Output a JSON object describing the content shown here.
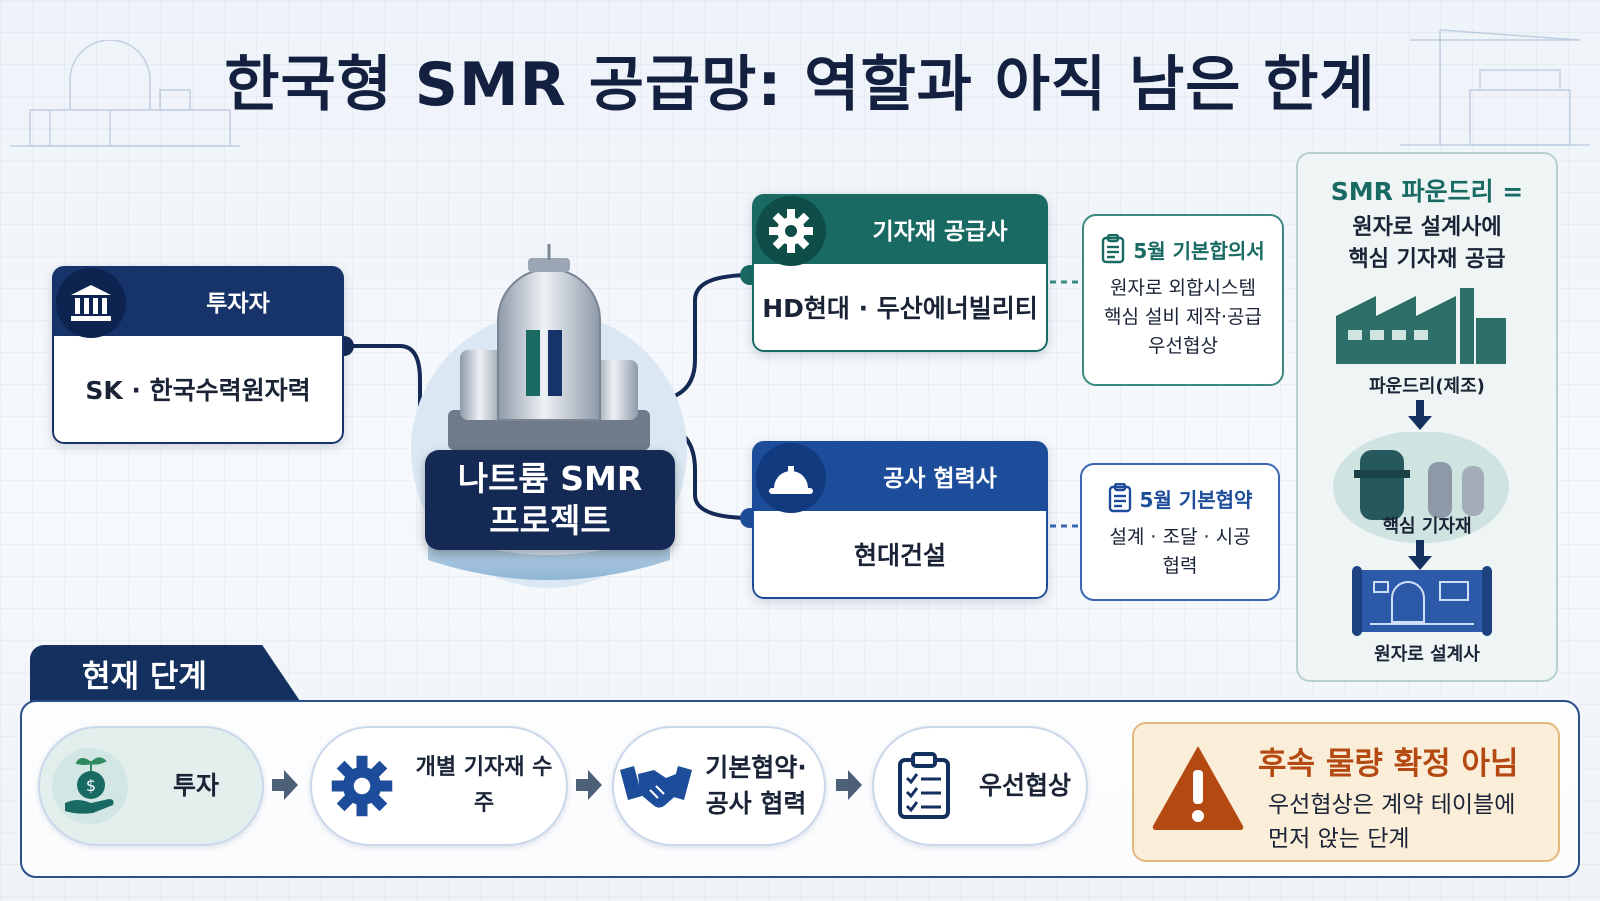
{
  "title": "한국형 SMR 공급망: 역할과 아직 남은 한계",
  "investor": {
    "header": "투자자",
    "body": "SK · 한국수력원자력"
  },
  "project": {
    "line1": "나트륨 SMR",
    "line2": "프로젝트"
  },
  "supplier": {
    "header": "기자재 공급사",
    "body": "HD현대 · 두산에너빌리티"
  },
  "contractor": {
    "header": "공사 협력사",
    "body": "현대건설"
  },
  "agreement_supplier": {
    "title": "5월 기본합의서",
    "lines": [
      "원자로 외합시스템",
      "핵심 설비 제작·공급",
      "우선협상"
    ]
  },
  "agreement_contractor": {
    "title": "5월 기본협약",
    "lines": [
      "설계 · 조달 · 시공",
      "협력"
    ]
  },
  "foundry": {
    "title": "SMR 파운드리 =",
    "subtitle": [
      "원자로 설계사에",
      "핵심 기자재 공급"
    ],
    "labels": [
      "파운드리(제조)",
      "핵심 기자재",
      "원자로 설계사"
    ]
  },
  "stage": {
    "tab": "현재 단계",
    "steps": [
      {
        "label": "투자",
        "icon": "money-hand-icon"
      },
      {
        "label": "개별 기자재 수주",
        "icon": "gear-icon"
      },
      {
        "label": "기본협약·",
        "label2": "공사 협력",
        "icon": "handshake-icon"
      },
      {
        "label": "우선협상",
        "icon": "clipboard-icon"
      }
    ]
  },
  "warning": {
    "title": "후속 물량 확정 아님",
    "lines": [
      "우선협상은 계약 테이블에",
      "먼저 앉는 단계"
    ]
  },
  "colors": {
    "navy": "#16336a",
    "teal": "#1a6a64",
    "blue": "#1d4d9a",
    "warn": "#b44a12"
  }
}
